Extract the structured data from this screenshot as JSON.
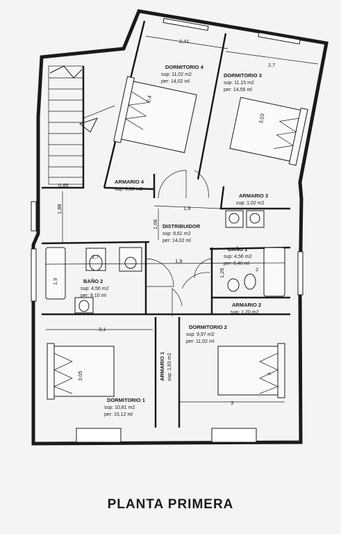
{
  "title": "PLANTA PRIMERA",
  "rooms": {
    "dormitorio4": {
      "name": "DORMITORIO 4",
      "sup": "sup: 11,02 m2",
      "per": "per: 14,02 ml"
    },
    "dormitorio3": {
      "name": "DORMITORIO 3",
      "sup": "sup: 11,15 m2",
      "per": "per: 14,56 ml"
    },
    "armario4": {
      "name": "ARMARIO 4",
      "sup": "sup: 0,92 m2"
    },
    "armario3": {
      "name": "ARMARIO 3",
      "sup": "sup: 1,02 m2"
    },
    "distribuidor": {
      "name": "DISTRIBUIDOR",
      "sup": "sup: 8,61 m2",
      "per": "per: 14,02 ml"
    },
    "bano2": {
      "name": "BAÑO 2",
      "sup": "sup: 4,56 m2",
      "per": "per: 9,10 ml"
    },
    "bano1": {
      "name": "BAÑO 1",
      "sup": "sup: 4,56 m2",
      "per": "per: 8,40 ml"
    },
    "armario2": {
      "name": "ARMARIO 2",
      "sup": "sup: 1,20 m2"
    },
    "armario1": {
      "name": "ARMARIO 1",
      "sup": "sup: 1,83 m2"
    },
    "dormitorio2": {
      "name": "DORMITORIO 2",
      "sup": "sup: 9,97 m2",
      "per": "per: 11,02 ml"
    },
    "dormitorio1": {
      "name": "DORMITORIO 1",
      "sup": "sup: 10,81 m2",
      "per": "per: 15,12 ml"
    }
  },
  "dimensions": {
    "d_2_41": "2,41",
    "d_2_7": "2,7",
    "d_2_4": "2,4",
    "d_3_03": "3,03",
    "d_0_85": "0,85",
    "d_1_88": "1,88",
    "d_1_9_top": "1,9",
    "d_1_06": "1,06",
    "d_1_9_mid": "1,9",
    "d_2_7_bano": "2,7",
    "d_1_9_bano": "1,9",
    "d_2": "2",
    "d_1_26": "1,26",
    "d_3_1": "3,1",
    "d_3_05": "3,05",
    "d_3_right": "3",
    "d_3_bottom": "3"
  }
}
